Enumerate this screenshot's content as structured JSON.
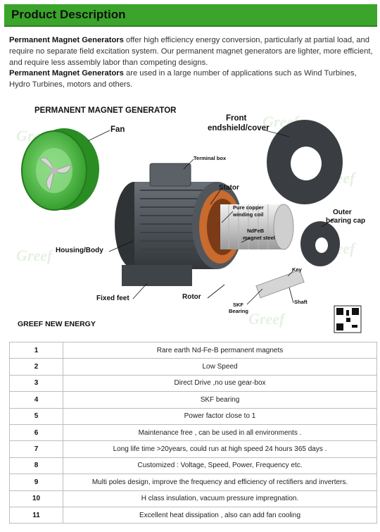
{
  "header": {
    "title": "Product Description"
  },
  "description": {
    "p1_bold": "Permanent Magnet Generators",
    "p1_rest": " offer high efficiency energy conversion, particularly at partial load, and require no separate field excitation system. Our permanent magnet generators are lighter, more efficient, and require less assembly labor than competing designs.",
    "p2_bold": "Permanent Magnet Generators",
    "p2_rest": " are used in a large number of applications such as Wind Turbines, Hydro Turbines, motors and others."
  },
  "figure": {
    "title": "PERMANENT MAGNET GENERATOR",
    "brand": "GREEF NEW ENERGY",
    "watermark": "Greef",
    "labels": {
      "fan": "Fan",
      "front1": "Front",
      "front2": "endshield/cover",
      "terminal": "Terminal box",
      "stator": "Stator",
      "copper1": "Pure copper",
      "copper2": "winding coil",
      "ndfeb1": "NdFeB",
      "ndfeb2": "magnet steel",
      "outer1": "Outer",
      "outer2": "bearing cap",
      "housing": "Housing/Body",
      "key": "Key",
      "fixed": "Fixed feet",
      "rotor": "Rotor",
      "skf1": "SKF",
      "skf2": "Bearing",
      "shaft": "Shaft"
    },
    "colors": {
      "fan": "#3fb23a",
      "body": "#4a4f55",
      "winding": "#c96a2e",
      "rotor": "#d9d9d9"
    }
  },
  "features": [
    {
      "no": "1",
      "text": "Rare earth Nd-Fe-B permanent magnets"
    },
    {
      "no": "2",
      "text": "Low Speed"
    },
    {
      "no": "3",
      "text": "Direct Drive ,no use gear-box"
    },
    {
      "no": "4",
      "text": "SKF bearing"
    },
    {
      "no": "5",
      "text": "Power factor close to 1"
    },
    {
      "no": "6",
      "text": "Maintenance free , can be used in all environments ."
    },
    {
      "no": "7",
      "text": "Long life time >20years, could run at high speed 24 hours 365 days ."
    },
    {
      "no": "8",
      "text": "Customized : Voltage, Speed, Power, Frequency etc."
    },
    {
      "no": "9",
      "text": "Multi poles design, improve the frequency and efficiency of rectifiers and inverters."
    },
    {
      "no": "10",
      "text": "H class insulation, vacuum pressure impregnation."
    },
    {
      "no": "11",
      "text": "Excellent heat dissipation , also can add fan cooling"
    }
  ]
}
